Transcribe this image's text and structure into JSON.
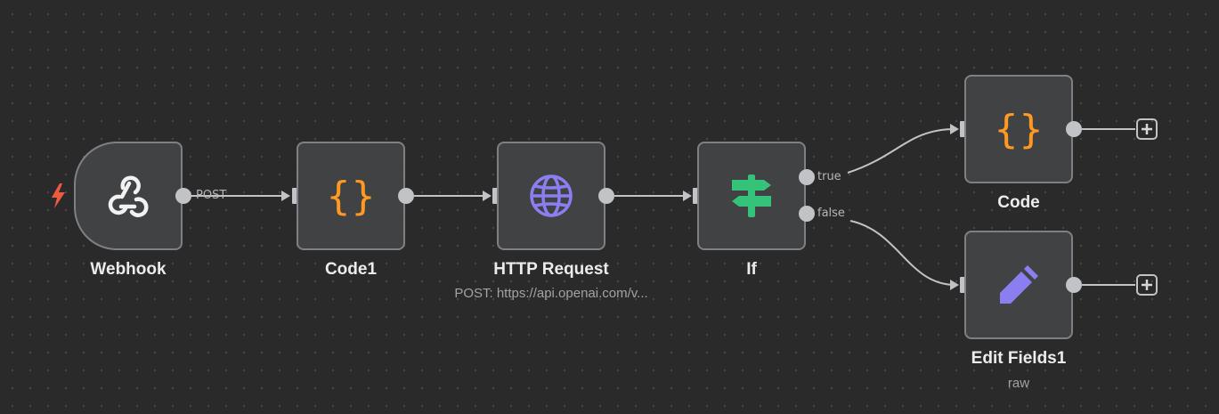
{
  "canvas": {
    "background": "#2a2a2b",
    "node_fill": "#414244",
    "node_border": "#7f8084",
    "connector_color": "#c2c3c7"
  },
  "nodes": {
    "webhook": {
      "label": "Webhook",
      "icon": "webhook-icon",
      "output_label": "POST",
      "trigger_icon": "lightning-bolt-icon",
      "trigger_color": "#ef5a3f"
    },
    "code1": {
      "label": "Code1",
      "icon": "curly-braces-icon",
      "icon_color": "#ff9922"
    },
    "http_request": {
      "label": "HTTP Request",
      "subtitle": "POST: https://api.openai.com/v...",
      "icon": "globe-icon",
      "icon_color": "#8b7ef0"
    },
    "if": {
      "label": "If",
      "icon": "signpost-icon",
      "icon_color": "#35c27a",
      "true_label": "true",
      "false_label": "false"
    },
    "code": {
      "label": "Code",
      "icon": "curly-braces-icon",
      "icon_color": "#ff9922"
    },
    "edit_fields1": {
      "label": "Edit Fields1",
      "subtitle": "raw",
      "icon": "pencil-icon",
      "icon_color": "#8b7ef0"
    }
  }
}
